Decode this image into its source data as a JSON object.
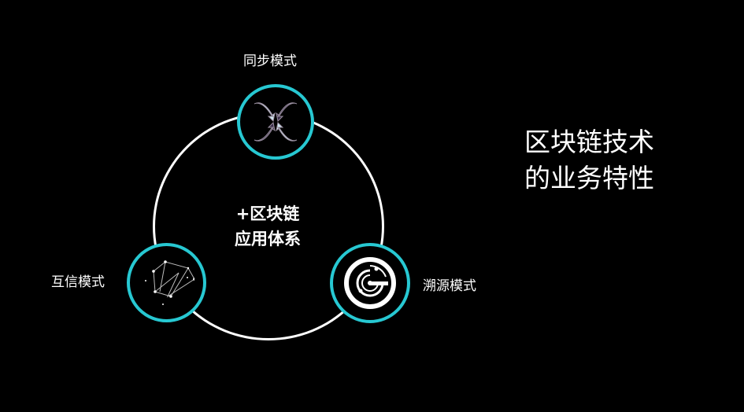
{
  "slide": {
    "title_lines": [
      "区块链技术",
      "的业务特性"
    ],
    "center_lines": [
      "+区块链",
      "应用体系"
    ],
    "nodes": [
      {
        "id": "sync",
        "label": "同步模式",
        "icon": "sync-arrows-icon"
      },
      {
        "id": "trust",
        "label": "互信模式",
        "icon": "network-mesh-icon"
      },
      {
        "id": "trace",
        "label": "溯源模式",
        "icon": "trace-radar-icon"
      }
    ],
    "colors": {
      "background": "#000000",
      "ring": "#ffffff",
      "node_border": "#27c8d2",
      "text": "#ffffff"
    }
  }
}
